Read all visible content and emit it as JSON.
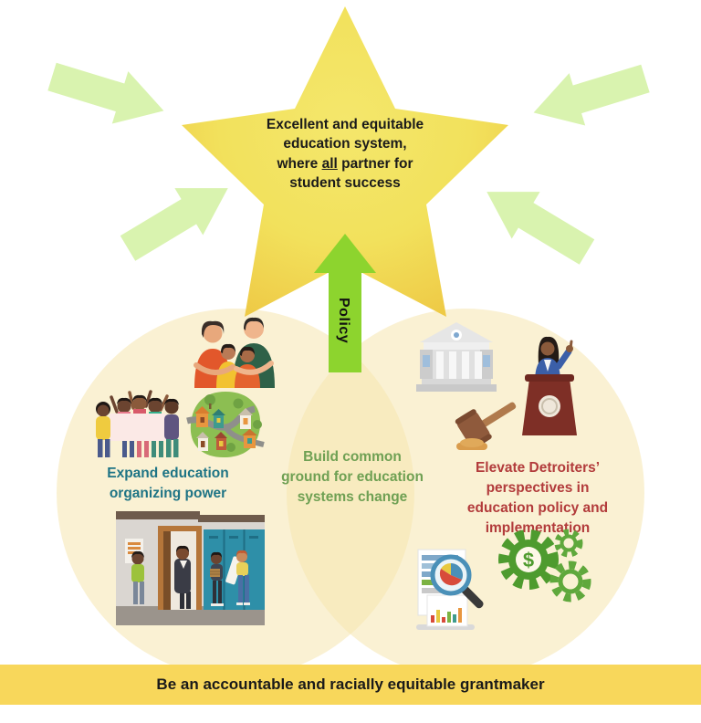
{
  "diagram": {
    "star": {
      "label_prefix": "Excellent and equitable education system, where ",
      "label_underlined": "all",
      "label_suffix": " partner for student success",
      "fill_center": "#F3E564",
      "fill_tip": "#EEC844"
    },
    "policy_arrow": {
      "label": "Policy",
      "fill": "#8DD42E"
    },
    "side_arrows": {
      "fill": "#D9F3AF",
      "count": 4,
      "description": "light green arrows pointing toward star"
    },
    "venn": {
      "circle_fill": "#F5E5AE",
      "left": {
        "label": "Expand education organizing power",
        "label_color": "#1E7485"
      },
      "center": {
        "label": "Build common ground for education systems change",
        "label_color": "#6FA053"
      },
      "right": {
        "label": "Elevate Detroiters’ perspectives in education policy and implementation",
        "label_color": "#B23B3B"
      }
    },
    "banner": {
      "label": "Be an accountable and racially equitable grantmaker",
      "fill": "#F8D75B",
      "text_color": "#1A1A1A"
    },
    "illustrations": {
      "left_circle": [
        "family-illustration",
        "protest-group-illustration",
        "neighborhood-map-illustration",
        "school-hallway-illustration"
      ],
      "right_circle": [
        "government-building-illustration",
        "speaker-podium-illustration",
        "gavel-illustration",
        "data-analysis-illustration",
        "gears-dollar-illustration"
      ],
      "gears_dollar_symbol": "$"
    }
  }
}
